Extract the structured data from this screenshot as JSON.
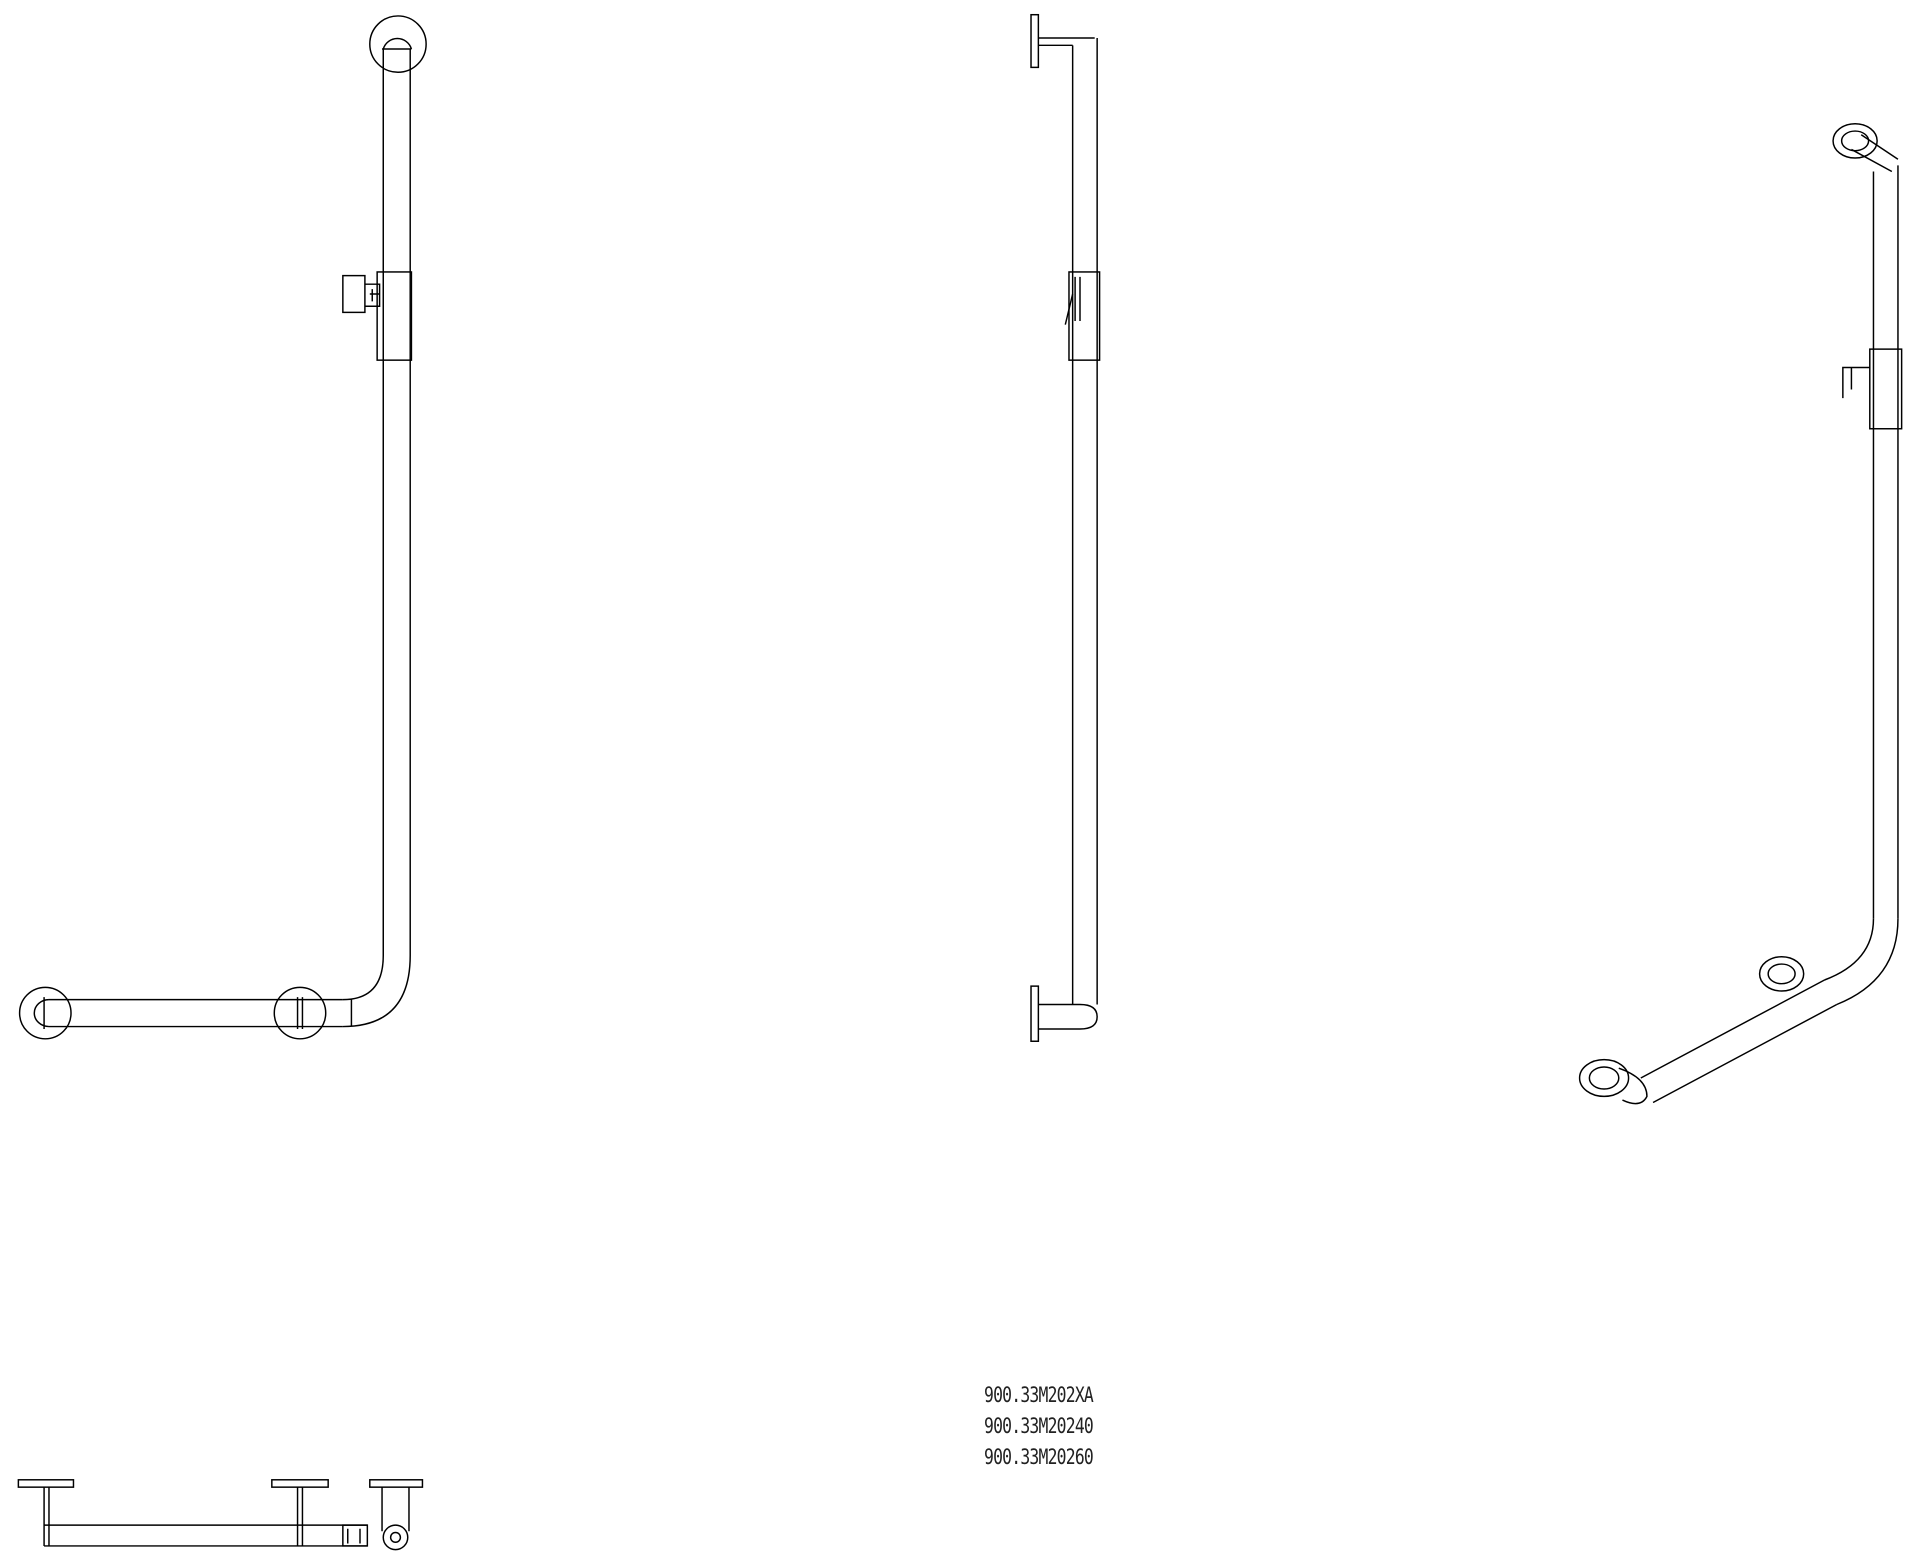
{
  "drawing": {
    "views": [
      "front-view",
      "side-view",
      "isometric-view",
      "top-view"
    ],
    "line_color": "#000000",
    "background": "#ffffff"
  },
  "part_numbers": [
    "900.33M202XA",
    "900.33M20240",
    "900.33M20260"
  ]
}
